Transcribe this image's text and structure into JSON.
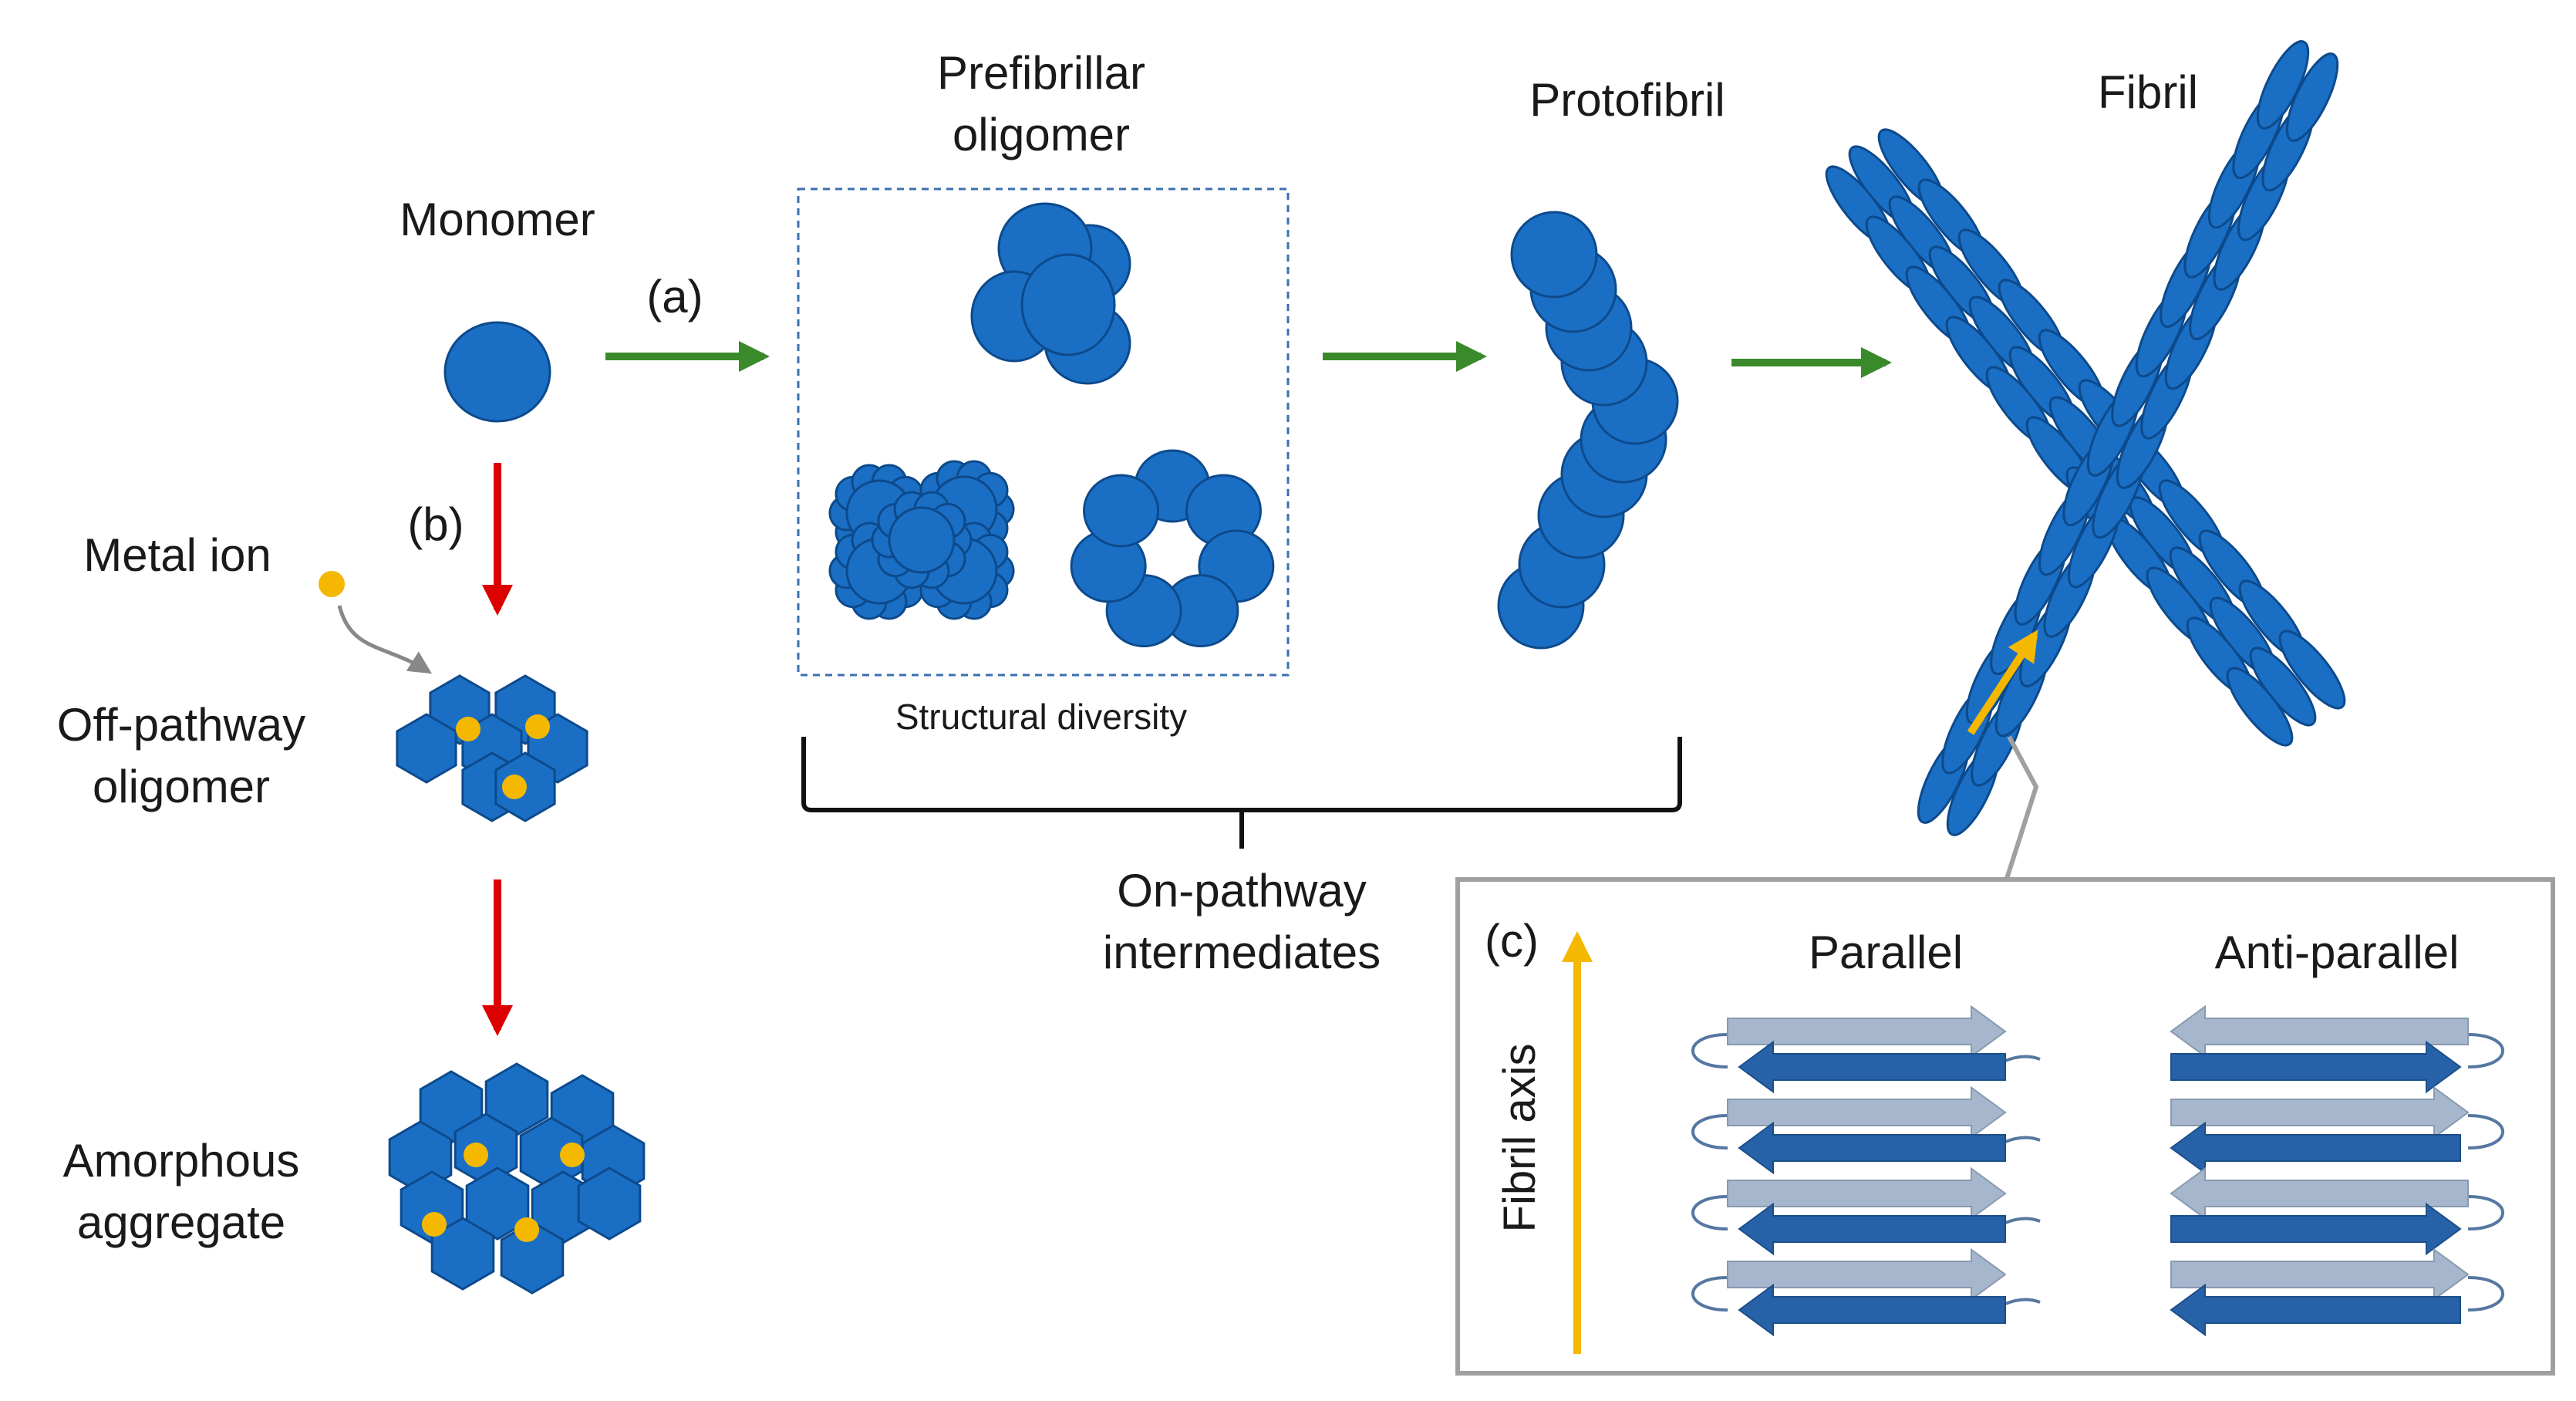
{
  "labels": {
    "monomer": "Monomer",
    "prefibrillar_line1": "Prefibrillar",
    "prefibrillar_line2": "oligomer",
    "protofibril": "Protofibril",
    "fibril": "Fibril",
    "step_a": "(a)",
    "step_b": "(b)",
    "step_c": "(c)",
    "metal_ion": "Metal ion",
    "off_pathway_line1": "Off-pathway",
    "off_pathway_line2": "oligomer",
    "amorphous_line1": "Amorphous",
    "amorphous_line2": "aggregate",
    "structural_diversity": "Structural diversity",
    "on_pathway_line1": "On-pathway",
    "on_pathway_line2": "intermediates",
    "fibril_axis": "Fibril axis",
    "parallel": "Parallel",
    "anti_parallel": "Anti-parallel"
  },
  "colors": {
    "protein_fill": "#1a6fc4",
    "protein_stroke": "#0d4a8c",
    "metal_ion": "#f5b800",
    "on_pathway_arrow": "#3a8a2c",
    "off_pathway_arrow": "#dd0000",
    "strand_light": "#a6b6cc",
    "strand_dark": "#2762a8",
    "inset_border": "#a0a0a0"
  },
  "icons": {
    "monomer": "circle",
    "metal_ion": "small-yellow-dot",
    "off_pathway_oligomer": "hexagon-cluster",
    "amorphous_aggregate": "hexagon-cluster",
    "beta_strand": "block-arrow"
  }
}
